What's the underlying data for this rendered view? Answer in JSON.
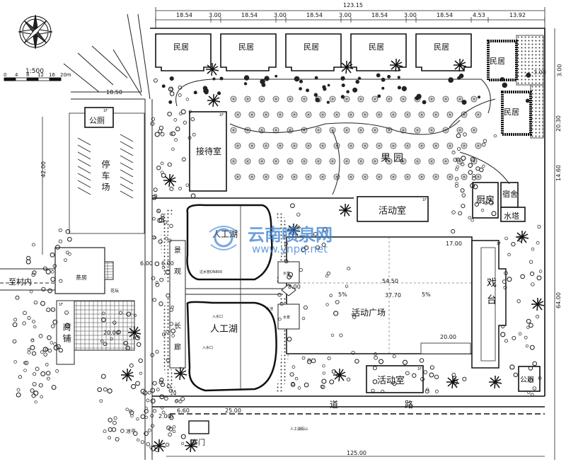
{
  "map": {
    "scale": {
      "label": "1:500",
      "ticks": [
        "0",
        "4",
        "8",
        "12",
        "16",
        "20m"
      ]
    },
    "top_dims": [
      "18.54",
      "3.00",
      "18.54",
      "3.00",
      "18.54",
      "3.00",
      "18.54",
      "3.00",
      "18.54",
      "4.53",
      "13.92"
    ],
    "top_total": "123.15",
    "bottom_total": "125.00",
    "right_dims": [
      "3.00",
      "20.30",
      "14.60",
      "64.00",
      "3.00"
    ],
    "left_dims": [
      "42.00",
      "6.00"
    ],
    "buildings": {
      "residences": [
        "民居",
        "民居",
        "民居",
        "民居",
        "民居",
        "民居",
        "民居"
      ],
      "toilet_top": "公厕",
      "toilet_bottom": "公厕",
      "reception": "接待室",
      "orchard": "果园",
      "activity_room_top": "活动室",
      "activity_room_bottom": "活动室",
      "kitchen": "厨房",
      "dormitory": "宿舍",
      "water_tower": "水塔",
      "stage": "戏台",
      "parking": "停车场",
      "shop": "商铺",
      "tea_house": "茶房",
      "plaza": "活动广场",
      "lake_north": "人工湖",
      "lake_south": "人工湖",
      "corridor": [
        "景",
        "观",
        "长",
        "廊"
      ],
      "gate": "寨门",
      "road": [
        "道",
        "路"
      ],
      "to_village": "至村内",
      "pavilion": "凉亭",
      "flower_bed": "花坛"
    },
    "small_labels": [
      "水景",
      "水景",
      "1F",
      "1F",
      "1F",
      "1F",
      "1F",
      "1F",
      "过水管DN800",
      "入水口",
      "人工湖假山",
      "水池",
      "入水口"
    ],
    "plaza_dims": [
      "17.00",
      "54.50",
      "37.70",
      "5%",
      "5%",
      "20.00",
      "20.00",
      "8.00"
    ],
    "misc_dims": [
      "18.50",
      "6.00",
      "6.60",
      "25.00",
      "2.00"
    ],
    "watermark": {
      "name": "云南喷泉网",
      "url": "www.ynpq.net"
    }
  }
}
